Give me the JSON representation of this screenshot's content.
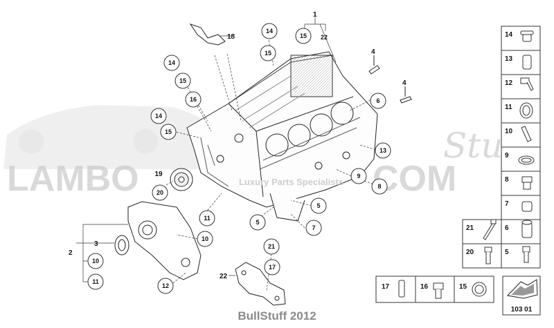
{
  "watermark": {
    "main": "LAMBO",
    "tail": "COM",
    "script": "Stuff",
    "sub": "Luxury Parts Specialists"
  },
  "footer": "BullStuff 2012",
  "assembly_number": "1",
  "page_code": "103 01",
  "callouts": [
    {
      "id": "c-14a",
      "label": "14"
    },
    {
      "id": "c-15a",
      "label": "15"
    },
    {
      "id": "c-15b",
      "label": "15"
    },
    {
      "id": "c-22a",
      "label": "22"
    },
    {
      "id": "c-14b",
      "label": "14"
    },
    {
      "id": "c-15c",
      "label": "15"
    },
    {
      "id": "c-16a",
      "label": "16"
    },
    {
      "id": "c-14c",
      "label": "14"
    },
    {
      "id": "c-15d",
      "label": "15"
    },
    {
      "id": "c-19",
      "label": "19"
    },
    {
      "id": "c-20",
      "label": "20"
    },
    {
      "id": "c-6",
      "label": "6"
    },
    {
      "id": "c-13",
      "label": "13"
    },
    {
      "id": "c-9",
      "label": "9"
    },
    {
      "id": "c-8",
      "label": "8"
    },
    {
      "id": "c-5a",
      "label": "5"
    },
    {
      "id": "c-5b",
      "label": "5"
    },
    {
      "id": "c-7",
      "label": "7"
    },
    {
      "id": "c-11a",
      "label": "11"
    },
    {
      "id": "c-10a",
      "label": "10"
    },
    {
      "id": "c-12",
      "label": "12"
    },
    {
      "id": "c-21",
      "label": "21"
    },
    {
      "id": "c-17",
      "label": "17"
    },
    {
      "id": "c-10b",
      "label": "10"
    },
    {
      "id": "c-11b",
      "label": "11"
    }
  ],
  "plain_labels": [
    {
      "id": "l-18",
      "label": "18"
    },
    {
      "id": "l-4a",
      "label": "4"
    },
    {
      "id": "l-4b",
      "label": "4"
    },
    {
      "id": "l-2",
      "label": "2"
    },
    {
      "id": "l-3",
      "label": "3"
    },
    {
      "id": "l-22b",
      "label": "22"
    }
  ],
  "legend_right": [
    {
      "label": "14",
      "icon": "plug-cap-icon"
    },
    {
      "label": "13",
      "icon": "sleeve-icon"
    },
    {
      "label": "12",
      "icon": "bolt-icon"
    },
    {
      "label": "11",
      "icon": "seal-ring-icon"
    },
    {
      "label": "10",
      "icon": "dowel-pin-icon"
    },
    {
      "label": "9",
      "icon": "o-ring-icon"
    },
    {
      "label": "8",
      "icon": "screw-plug-icon"
    },
    {
      "label": "7",
      "icon": "plug-icon"
    },
    {
      "label": "6",
      "icon": "bushing-icon"
    },
    {
      "label": "5",
      "icon": "cap-screw-icon"
    }
  ],
  "legend_mid": [
    {
      "label": "21",
      "icon": "long-bolt-icon"
    },
    {
      "label": "20",
      "icon": "flange-bolt-icon"
    }
  ],
  "legend_bottom": [
    {
      "label": "17",
      "icon": "pin-icon"
    },
    {
      "label": "16",
      "icon": "hex-screw-icon"
    },
    {
      "label": "15",
      "icon": "ring-icon"
    }
  ]
}
